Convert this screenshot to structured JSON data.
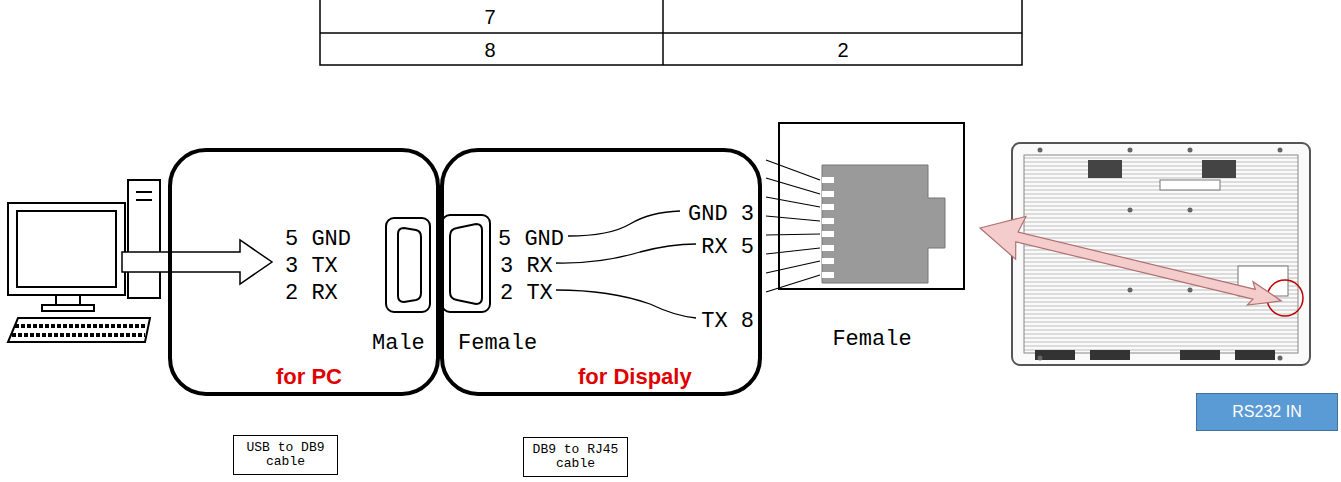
{
  "diagram": {
    "nodes": [
      {
        "text": [
          "5 GND",
          "3 TX",
          "2 RX",
          "Male",
          "for PC"
        ]
      },
      {
        "text": [
          "5 GND",
          "3 RX",
          "2 TX",
          "GND 3",
          "RX 5",
          "TX 8",
          "Female",
          "for Dispaly"
        ]
      },
      {
        "text": [
          "Female"
        ]
      },
      {
        "text": [
          "USB to DB9 cable"
        ]
      },
      {
        "text": [
          "DB9 to RJ45 cable"
        ]
      },
      {
        "text": [
          "RS232 IN"
        ]
      }
    ],
    "labels": [
      "7",
      "8",
      "2"
    ]
  }
}
